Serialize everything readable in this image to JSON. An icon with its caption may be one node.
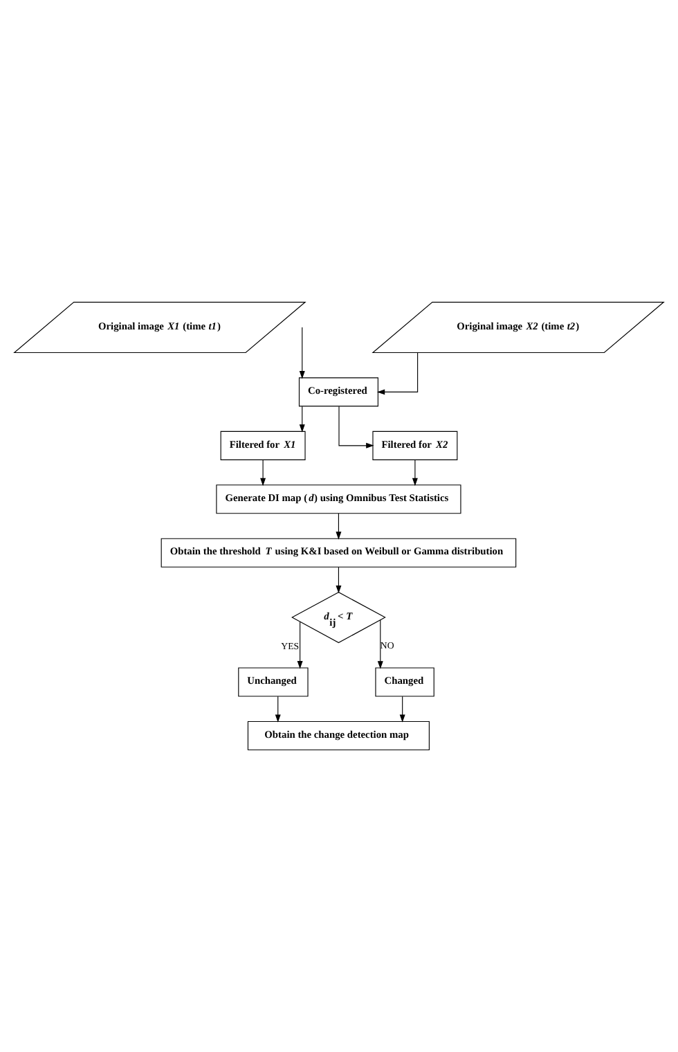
{
  "diagram": {
    "nodes": [
      {
        "text": [
          "Original image *X1* (time *t1*)"
        ]
      },
      {
        "text": [
          "Original image *X2* (time *t2*)"
        ]
      },
      {
        "text": [
          "Co-registered"
        ]
      },
      {
        "text": [
          "Filtered for *X1*"
        ]
      },
      {
        "text": [
          "Filtered for *X2*"
        ]
      },
      {
        "text": [
          "Generate DI map (*d*) using Omnibus Test Statistics"
        ]
      },
      {
        "text": [
          "Obtain the threshold *T* using K&I based on Weibull or Gamma distribution"
        ]
      },
      {
        "text": [
          "*d*$_{ij}$ < *T*"
        ]
      },
      {
        "text": [
          "Unchanged"
        ]
      },
      {
        "text": [
          "Changed"
        ]
      },
      {
        "text": [
          "Obtain the change detection map"
        ]
      }
    ],
    "edges": [
      {
        "from": 0,
        "to": 2,
        "arrow": "to"
      },
      {
        "from": 1,
        "to": 2,
        "arrow": "to"
      },
      {
        "from": 2,
        "to": 3,
        "arrow": "to"
      },
      {
        "from": 2,
        "to": 4,
        "arrow": "to"
      },
      {
        "from": 3,
        "to": 5,
        "arrow": "to"
      },
      {
        "from": 4,
        "to": 5,
        "arrow": "to"
      },
      {
        "from": 5,
        "to": 6,
        "arrow": "to"
      },
      {
        "from": 6,
        "to": 7,
        "arrow": "to"
      },
      {
        "from": 7,
        "to": 8,
        "label": "YES",
        "arrow": "to"
      },
      {
        "from": 7,
        "to": 9,
        "label": "NO",
        "arrow": "to"
      },
      {
        "from": 8,
        "to": 10,
        "arrow": "to"
      },
      {
        "from": 9,
        "to": 10,
        "arrow": "to"
      }
    ]
  }
}
